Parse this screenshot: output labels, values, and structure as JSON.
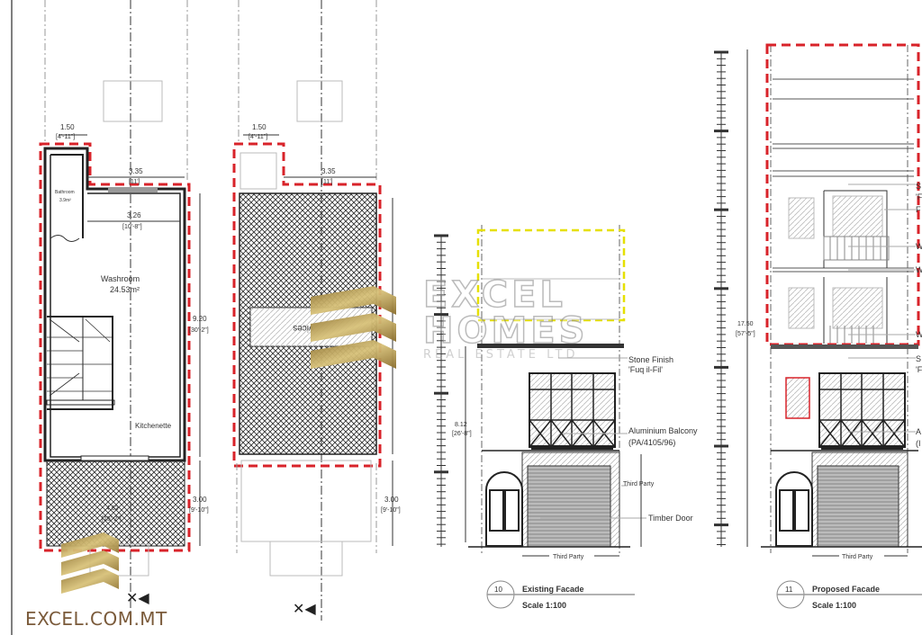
{
  "plan_a": {
    "dim_top": "1.50",
    "dim_top_imp": "[4'-11\"]",
    "dim_width_outer": "3.35",
    "dim_width_outer_imp": "[11']",
    "dim_width_inner": "3.26",
    "dim_width_inner_imp": "[10'-8\"]",
    "dim_depth": "9.20",
    "dim_depth_imp": "[30'-2\"]",
    "dim_terrace": "3.00",
    "dim_terrace_imp": "[9'-10\"]",
    "dim_terrace_width": "4.62",
    "dim_terrace_width_imp": "[15'-2\"]",
    "bathroom_label": "Bathroom",
    "bathroom_area": "3.9m²",
    "washroom_label": "Washroom",
    "washroom_area": "24.53m²",
    "kitchenette_label": "Kitchenette"
  },
  "plan_b": {
    "dim_top": "1.50",
    "dim_top_imp": "[4'-11\"]",
    "dim_width_outer": "3.35",
    "dim_width_outer_imp": "[11']",
    "dim_terrace": "3.00",
    "dim_terrace_imp": "[9'-10\"]",
    "services_label": "vices"
  },
  "existing_facade": {
    "number": "10",
    "title": "Existing Facade",
    "scale": "Scale 1:100",
    "height_dim": "8.12",
    "height_dim_imp": "[26'-8\"]",
    "labels": [
      "Stone Finish",
      "'Fuq il-Fil'",
      "Aluminium Balcony",
      "(PA/4105/96)",
      "Third Party",
      "Timber Door"
    ],
    "bottom_label": "Third Party"
  },
  "proposed_facade": {
    "number": "11",
    "title": "Proposed Facade",
    "scale": "Scale 1:100",
    "height_dim": "17.50",
    "height_dim_imp": "[57'-5\"]",
    "labels": [
      "S",
      "'F",
      "F",
      "W",
      "W",
      "W",
      "S",
      "'F",
      "A",
      "(I"
    ],
    "bottom_label": "Third Party"
  },
  "watermark": {
    "line1": "EXCEL",
    "line2": "HOMES",
    "line3": "REAL ESTATE LTD"
  },
  "logo": {
    "text": "EXCEL.COM.MT",
    "gold": "#b89a4a"
  },
  "colors": {
    "boundary": "#d8232a",
    "extension": "#e6e000",
    "line": "#222222"
  }
}
